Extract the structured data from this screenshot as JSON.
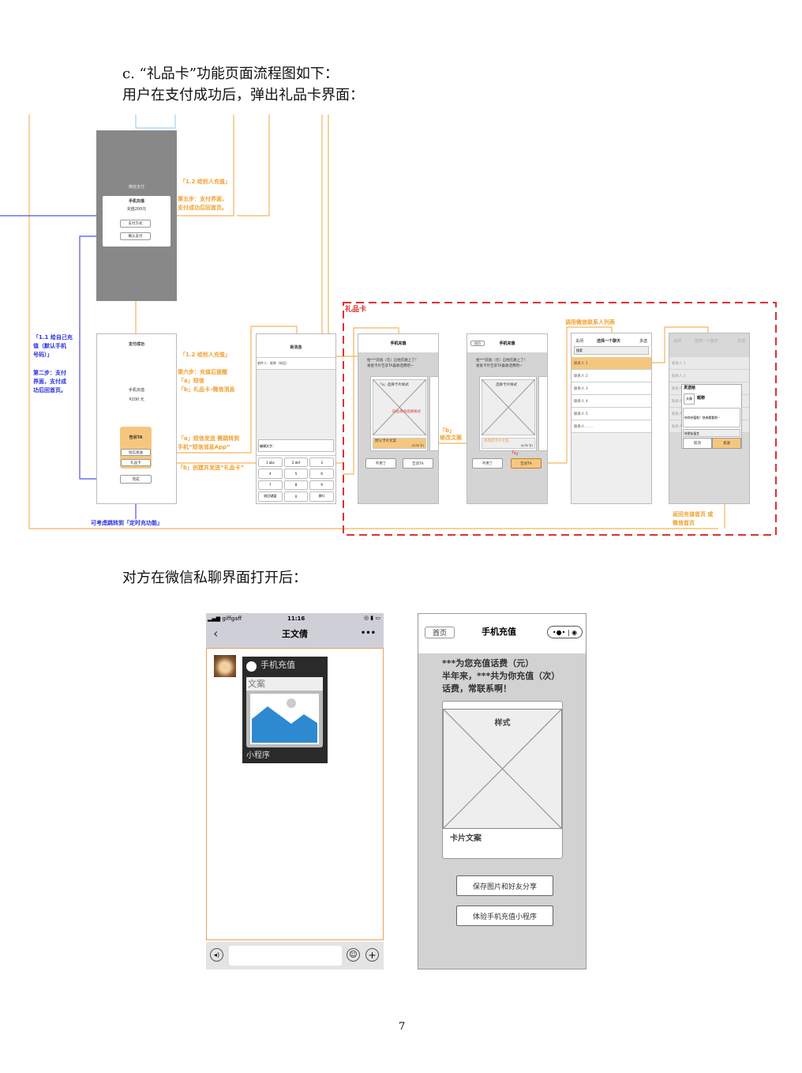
{
  "heading": {
    "line1": "c.  “礼品卡”功能页面流程图如下：",
    "line2": "用户在支付成功后，弹出礼品卡界面：",
    "line3": "对方在微信私聊界面打开后：",
    "page_number": "7"
  },
  "pay_screen": {
    "title": "微信支付",
    "card_title": "手机充值",
    "amount": "充值200元",
    "method_btn": "支付方式",
    "confirm_btn": "确认支付"
  },
  "notes": {
    "step5_tag": "「1.2 给别人充值」",
    "step5_l1": "第五步：支付界面，",
    "step5_l2": "支付成功后回首页。",
    "self_l1": "「1.1 给自己充",
    "self_l2": "值（默认手机",
    "self_l3": "号码）」",
    "step2_l1": "第二步：支付",
    "step2_l2": "界面，支付成",
    "step2_l3": "功后回首页。",
    "step6_tag": "「1.2 给别人充值」",
    "step6_l1": "第六步：充值后提醒",
    "step6_l2": "「a」短信",
    "step6_l3": "「b」礼品卡–微信消息",
    "sms_l1": "「a」短信发送 需跳转到",
    "sms_l2": "手机“短信消息App”",
    "gift_note": "「b」创建并发送“礼品卡”",
    "timer_note": "可考虑跳转到「定时充功能」",
    "box_title": "礼品卡",
    "edit_l1": "「b」",
    "edit_l2": "修改文案",
    "c_tag": "「c」",
    "contacts_note": "调用微信联系人列表",
    "return_l1": "返回充值首页 或",
    "return_l2": "微信首页"
  },
  "success_screen": {
    "title": "支付成功",
    "label": "手机充值",
    "amount": "¥200 元",
    "tell": "告诉TA",
    "sms_btn": "短信发送",
    "gift_btn": "礼品卡",
    "done_btn": "完成"
  },
  "sms_screen": {
    "title": "新消息",
    "recipient": "收件人：昵称（电话）",
    "input": "编辑文字：",
    "keys": [
      "1 abc",
      "2 def",
      "3",
      "4",
      "5",
      "6",
      "7",
      "8",
      "9",
      "收回键盘",
      "0",
      "换行"
    ]
  },
  "card_a": {
    "title": "手机充值",
    "msg1": "给***充值（元）已经在路上了！",
    "msg2": "发张卡片告诉TA喜收话费吧~",
    "style": "「a」选择卡片样式",
    "swipe": "向右滑动选择样式",
    "copy": "默认卡片文案",
    "count": "(0/30 字)",
    "no": "不用了",
    "tell": "告诉TA"
  },
  "card_b": {
    "home": "首页",
    "title": "手机充值",
    "msg1": "给***充值（元）已经在路上了！",
    "msg2": "发张卡片告诉TA喜收话费吧~",
    "style": "选择卡片样式",
    "copy": "修改后卡片文案",
    "count": "(0/30 字)",
    "no": "不用了",
    "tell": "告诉TA"
  },
  "contacts": {
    "close": "关闭",
    "title": "选择一个聊天",
    "multi": "多选",
    "search": "搜索",
    "rows": [
      "联系人 1",
      "联系人 2",
      "联系人 3",
      "联系人 4",
      "联系人 5",
      "联系人 ... ..."
    ]
  },
  "send_dialog": {
    "to": "发送给",
    "avatar": "头像",
    "nick": "昵称",
    "msg": "给你充值啦！快来看看吧~",
    "leave": "给朋友留言",
    "cancel": "取消",
    "send": "发送"
  },
  "chat": {
    "carrier": "giffgaff",
    "time": "11:16",
    "contact": "王文倩",
    "card_title": "手机充值",
    "card_copy": "文案",
    "card_footer": "小程序"
  },
  "gift_page": {
    "home": "首页",
    "title": "手机充值",
    "l1": "***为您充值话费（元）",
    "l2": "半年来，***共为你充值（次）",
    "l3": "话费，常联系啊！",
    "style": "样式",
    "copy": "卡片文案",
    "save_btn": "保存图片和好友分享",
    "try_btn": "体验手机充值小程序"
  },
  "colors": {
    "orange": "#f0a030",
    "blue": "#2830e0",
    "red": "#e03030",
    "card_fill": "#f5c77e"
  }
}
